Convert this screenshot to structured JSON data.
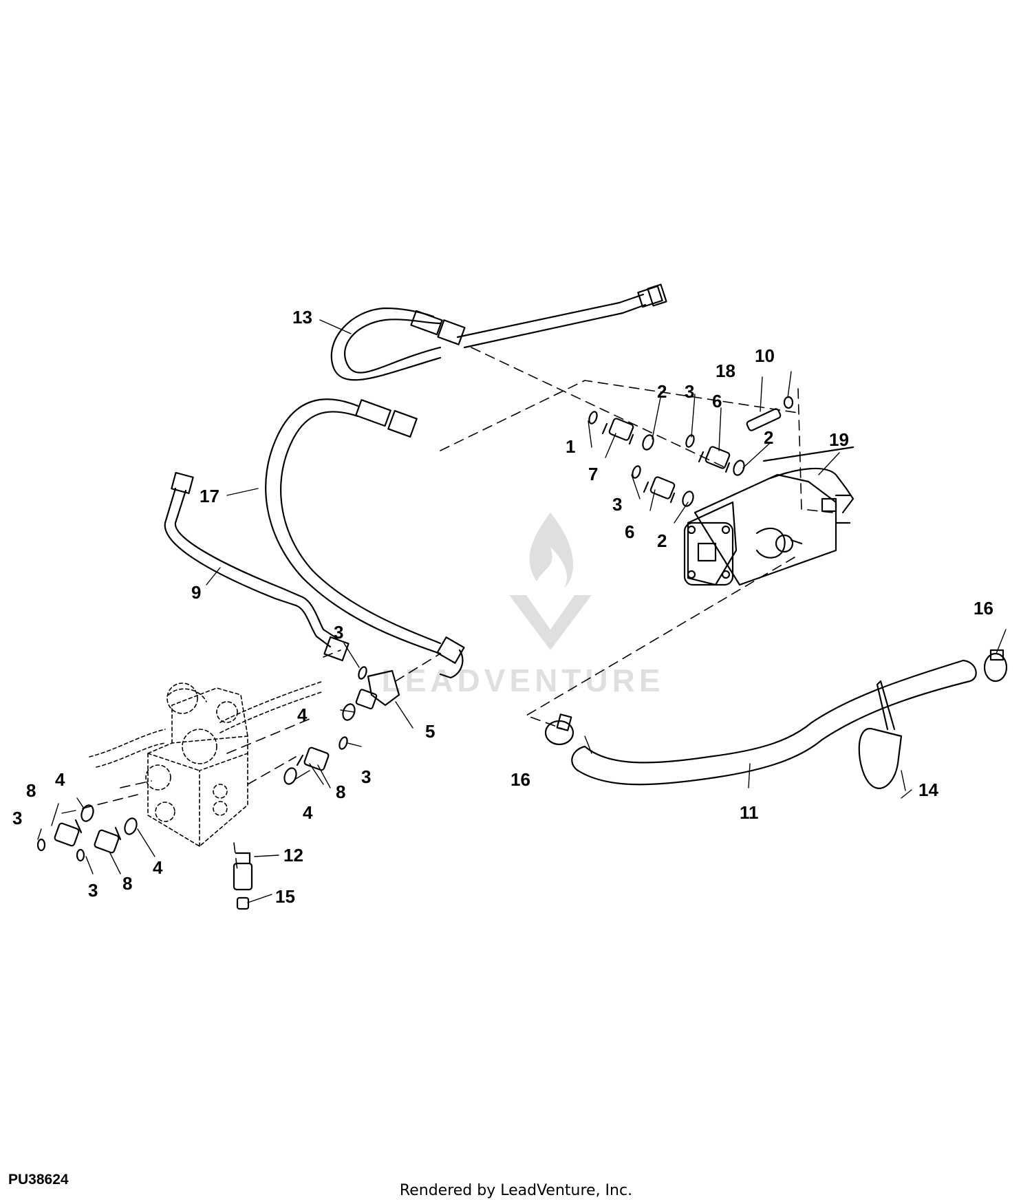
{
  "diagram": {
    "figure_code": "PU38624",
    "credit": "Rendered by LeadVenture, Inc.",
    "watermark": "LEADVENTURE",
    "colors": {
      "ink": "#000000",
      "paper": "#ffffff"
    },
    "callouts": [
      "1",
      "2",
      "2",
      "2",
      "3",
      "3",
      "3",
      "3",
      "3",
      "3",
      "4",
      "4",
      "4",
      "4",
      "5",
      "6",
      "6",
      "7",
      "8",
      "8",
      "8",
      "9",
      "10",
      "11",
      "12",
      "13",
      "14",
      "15",
      "16",
      "16",
      "17",
      "18",
      "19"
    ]
  }
}
